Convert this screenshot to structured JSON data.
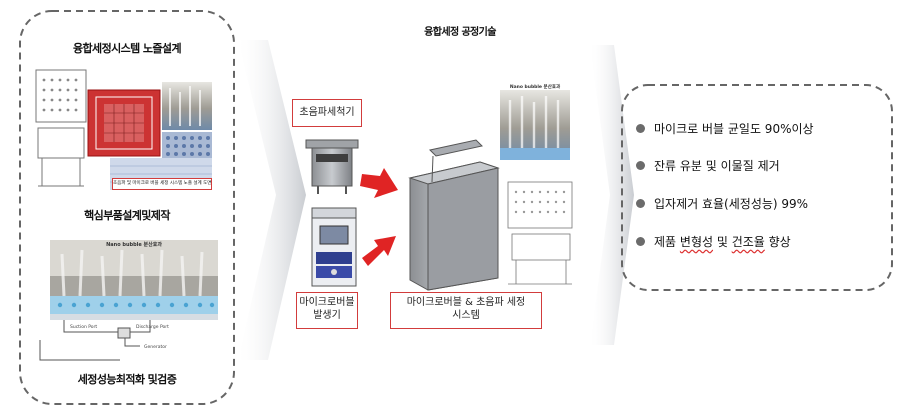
{
  "header": {
    "title": "융합세정 공정기술"
  },
  "left_panel": {
    "section_1": {
      "title": "융합세정시스템 노즐설계",
      "figure_caption": "초음파 및 마이크로 버블 세정 시스템 노즐 설계 도면"
    },
    "section_2": {
      "title": "핵심부품설계및제작",
      "figure_title": "Nano bubble 분산효과"
    },
    "section_3": {
      "title": "세정성능최적화 및검증"
    }
  },
  "process": {
    "ultrasonic_label": "초음파세척기",
    "microbubble_label_line1": "마이크로버블",
    "microbubble_label_line2": "발생기",
    "system_label_line1": "마이크로버블 & 초음파 세정",
    "system_label_line2": "시스템",
    "photo_caption": "Nano bubble 분산효과"
  },
  "results": {
    "item_1": "마이크로 버블 균일도 90%이상",
    "item_2": "잔류 유분 및 이물질 제거",
    "item_3": "입자제거 효율(세정성능) 99%",
    "item_4_pre": "제품 ",
    "item_4_wavy1": "변형성",
    "item_4_mid": " 및 ",
    "item_4_wavy2": "건조율",
    "item_4_post": " 향상"
  },
  "colors": {
    "accent_red": "#e02424",
    "frame_gray": "#666666",
    "bullet_gray": "#6b6b6b"
  }
}
